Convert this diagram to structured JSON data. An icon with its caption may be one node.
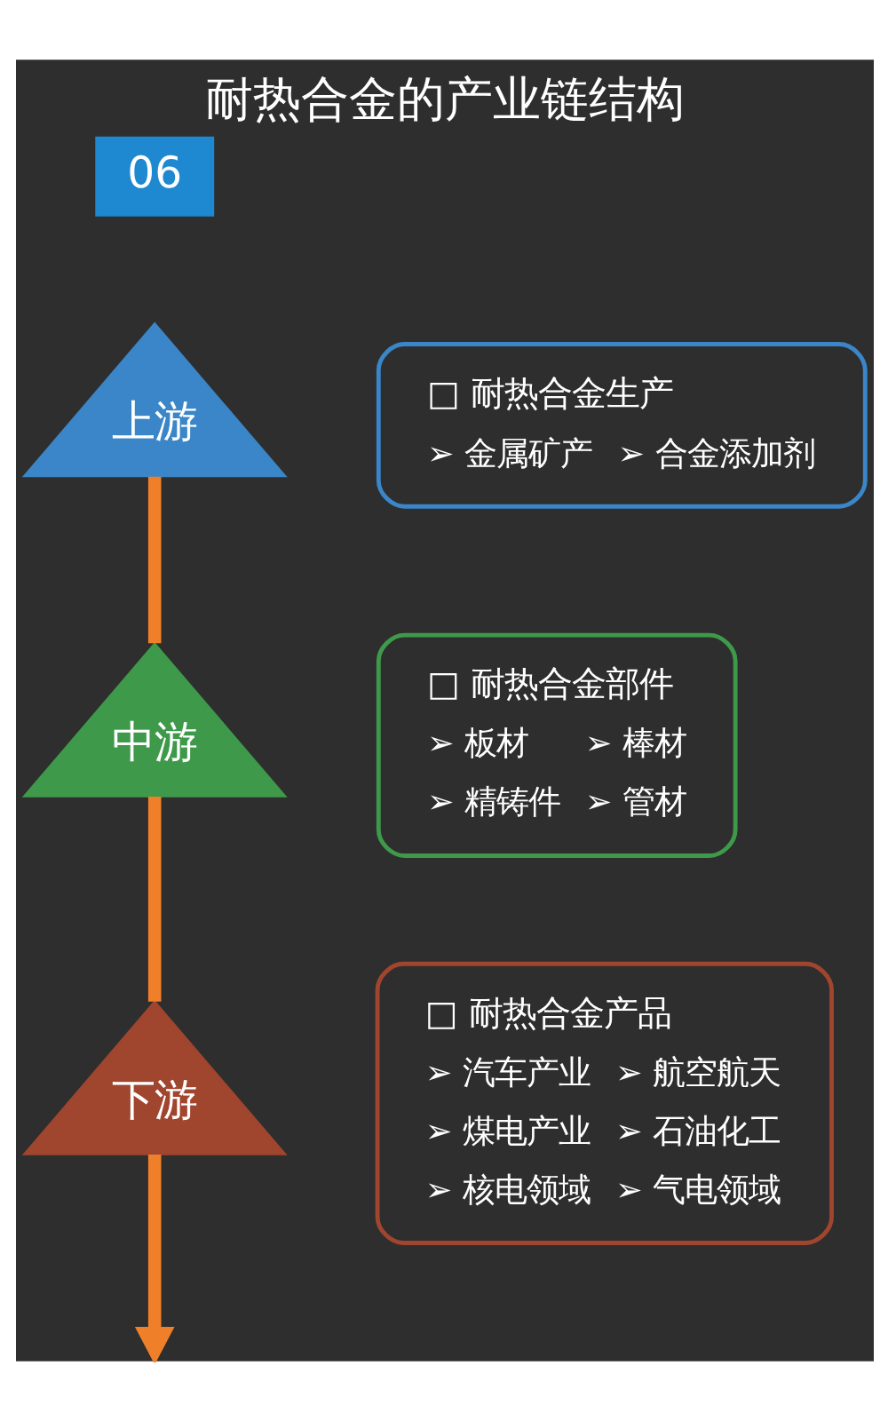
{
  "diagram": {
    "title": "耐热合金的产业链结构",
    "nodes": [
      {
        "text": [
          "上游"
        ]
      },
      {
        "text": [
          "□ 耐热合金生产",
          "➢ 金属矿产",
          "➢ 合金添加剂"
        ]
      },
      {
        "text": [
          "中游"
        ]
      },
      {
        "text": [
          "□ 耐热合金部件",
          "➢ 板材",
          "➢ 棒材",
          "➢ 精铸件",
          "➢ 管材"
        ]
      },
      {
        "text": [
          "下游"
        ]
      },
      {
        "text": [
          "□ 耐热合金产品",
          "➢ 汽车产业",
          "➢ 航空航天",
          "➢ 煤电产业",
          "➢ 石油化工",
          "➢ 核电领域",
          "➢ 气电领域"
        ]
      }
    ],
    "edges": [
      {
        "from": 0,
        "to": 2,
        "arrow": "none"
      },
      {
        "from": 2,
        "to": 4,
        "arrow": "none"
      },
      {
        "from": 4,
        "to": null,
        "arrow": "to"
      }
    ],
    "labels": [
      "06"
    ]
  }
}
